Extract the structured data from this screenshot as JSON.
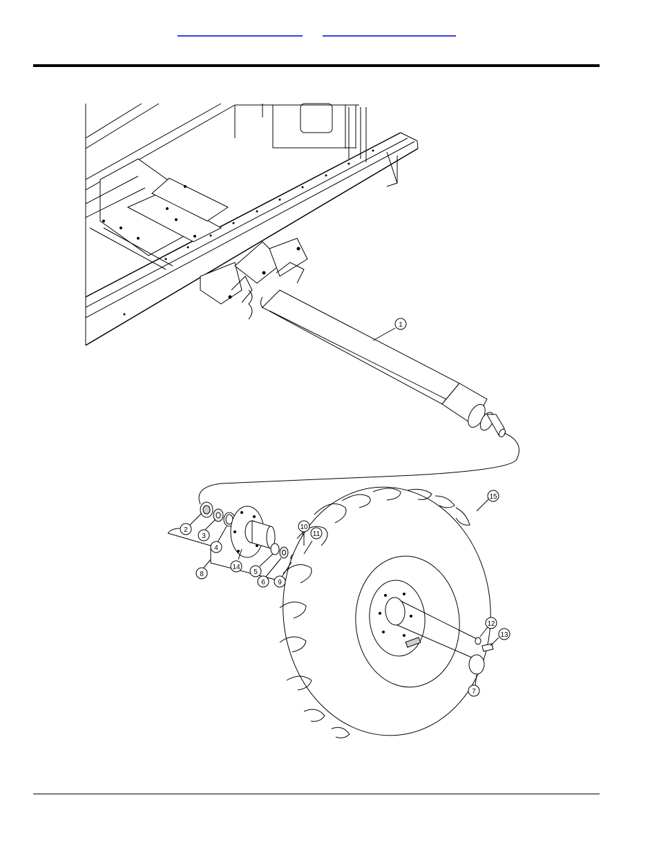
{
  "header": {
    "link_left": "",
    "link_right": ""
  },
  "diagram": {
    "callouts": [
      {
        "id": "1",
        "label": "1"
      },
      {
        "id": "2",
        "label": "2"
      },
      {
        "id": "3",
        "label": "3"
      },
      {
        "id": "4",
        "label": "4"
      },
      {
        "id": "5",
        "label": "5"
      },
      {
        "id": "6",
        "label": "6"
      },
      {
        "id": "7",
        "label": "7"
      },
      {
        "id": "8",
        "label": "8"
      },
      {
        "id": "9",
        "label": "9"
      },
      {
        "id": "10",
        "label": "10"
      },
      {
        "id": "11",
        "label": "11"
      },
      {
        "id": "12",
        "label": "12"
      },
      {
        "id": "13",
        "label": "13"
      },
      {
        "id": "14",
        "label": "14"
      },
      {
        "id": "15",
        "label": "15"
      }
    ]
  },
  "colors": {
    "link": "#3a3adf",
    "rule": "#000000"
  }
}
